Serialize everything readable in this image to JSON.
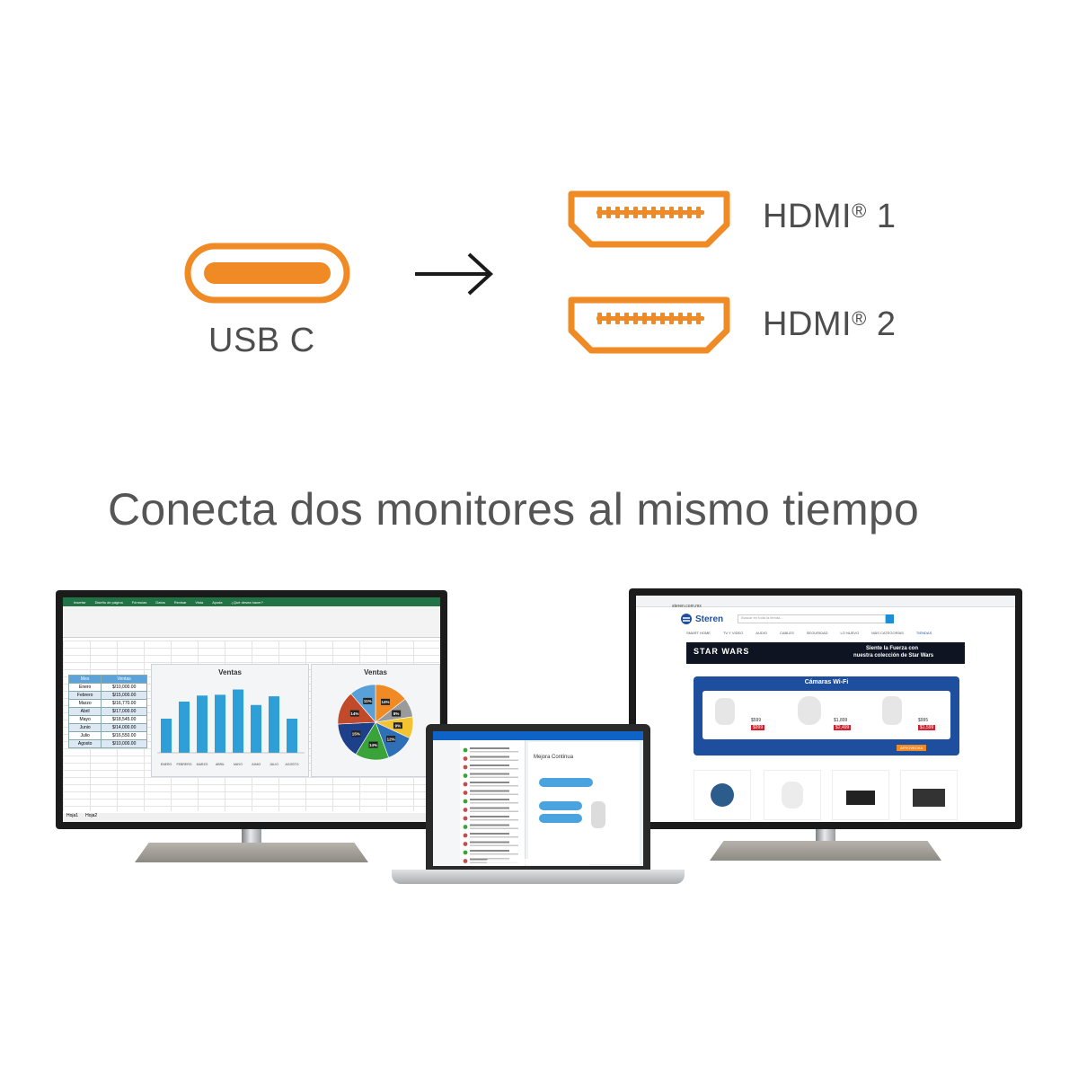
{
  "ports": {
    "input_label": "USB C",
    "outputs": [
      {
        "label": "HDMI",
        "mark": "®",
        "number": "1"
      },
      {
        "label": "HDMI",
        "mark": "®",
        "number": "2"
      }
    ]
  },
  "tagline": "Conecta dos monitores al mismo tiempo",
  "colors": {
    "accent": "#F08A24",
    "text": "#4d4d4d",
    "excel_green": "#217346",
    "steren_blue": "#1d4f9e"
  },
  "icons": [
    "usb-c-port-icon",
    "arrow-right-icon",
    "hdmi-port-icon"
  ],
  "excel": {
    "tabs": [
      "Insertar",
      "Diseño de página",
      "Fórmulas",
      "Datos",
      "Revisar",
      "Vista",
      "Ayuda",
      "¿Qué desea hacer?"
    ],
    "table_headers": [
      "Mes",
      "Ventas"
    ],
    "table_rows": [
      [
        "Enero",
        "$/10,000.00"
      ],
      [
        "Febrero",
        "$/15,000.00"
      ],
      [
        "Marzo",
        "$/16,770.00"
      ],
      [
        "Abril",
        "$/17,000.00"
      ],
      [
        "Mayo",
        "$/18,545.00"
      ],
      [
        "Junio",
        "$/14,000.00"
      ],
      [
        "Julio",
        "$/16,550.00"
      ],
      [
        "Agosto",
        "$/10,000.00"
      ]
    ],
    "chart_title": "Ventas",
    "pie_title": "Ventas",
    "bar_categories": [
      "ENERO",
      "FEBRERO",
      "MARZO",
      "ABRIL",
      "MAYO",
      "JUNIO",
      "JULIO",
      "AGOSTO"
    ],
    "bar_values": [
      10000,
      15000,
      16770,
      17000,
      18545,
      14000,
      16550,
      10000
    ],
    "pie_labels": [
      "14%",
      "8%",
      "9%",
      "12%",
      "14%",
      "15%",
      "14%",
      "11%"
    ],
    "sheet_tabs": [
      "Hoja1",
      "Hoja2"
    ]
  },
  "web": {
    "url": "steren.com.mx",
    "brand": "Steren",
    "search_placeholder": "Buscar en toda la tienda...",
    "nav": [
      "SMART HOME",
      "TV Y VIDEO",
      "AUDIO",
      "CABLES",
      "SEGURIDAD",
      "LO NUEVO",
      "MÁS CATEGORÍAS",
      "TIENDAS"
    ],
    "promo_logo": "STAR WARS",
    "promo_text_1": "Siente la Fuerza con",
    "promo_text_2": "nuestra colección de Star Wars",
    "camera_title": "Cámaras Wi-Fi",
    "prices": [
      "$599",
      "$999",
      "$1,899",
      "$2,499",
      "$995",
      "$1,599"
    ],
    "cta": "APROVECHA"
  },
  "laptop": {
    "heading": "Mejora Continua"
  }
}
